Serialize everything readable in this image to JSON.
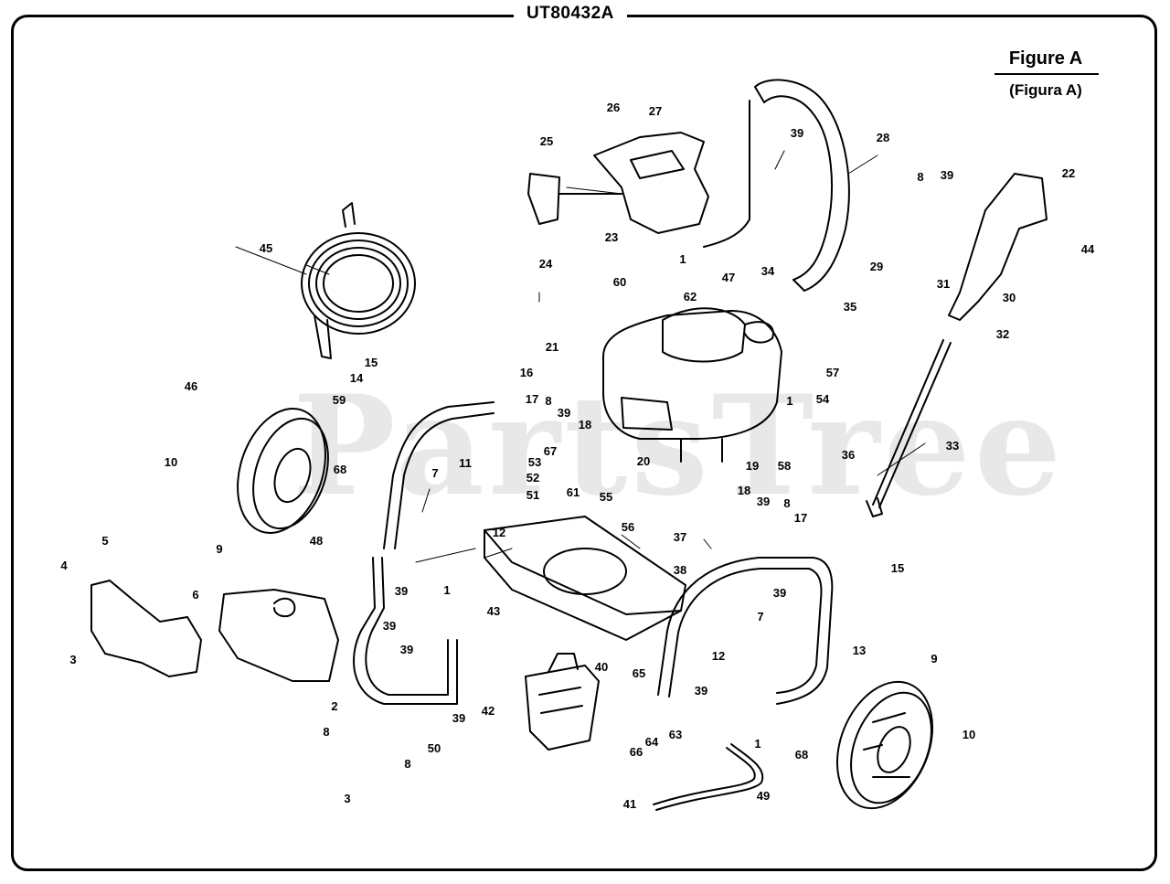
{
  "header": {
    "model_number": "UT80432A"
  },
  "figure": {
    "title": "Figure A",
    "subtitle": "(Figura A)"
  },
  "watermark": {
    "text": "PartsTree"
  },
  "callouts": [
    "1",
    "2",
    "3",
    "4",
    "5",
    "6",
    "7",
    "8",
    "9",
    "10",
    "11",
    "12",
    "13",
    "14",
    "15",
    "16",
    "17",
    "18",
    "19",
    "20",
    "21",
    "22",
    "23",
    "24",
    "25",
    "26",
    "27",
    "28",
    "29",
    "30",
    "31",
    "32",
    "33",
    "34",
    "35",
    "36",
    "37",
    "38",
    "39",
    "40",
    "41",
    "42",
    "43",
    "44",
    "45",
    "46",
    "47",
    "48",
    "49",
    "50",
    "51",
    "52",
    "53",
    "54",
    "55",
    "56",
    "57",
    "58",
    "59",
    "60",
    "61",
    "62",
    "63",
    "64",
    "65",
    "66",
    "67",
    "68"
  ]
}
